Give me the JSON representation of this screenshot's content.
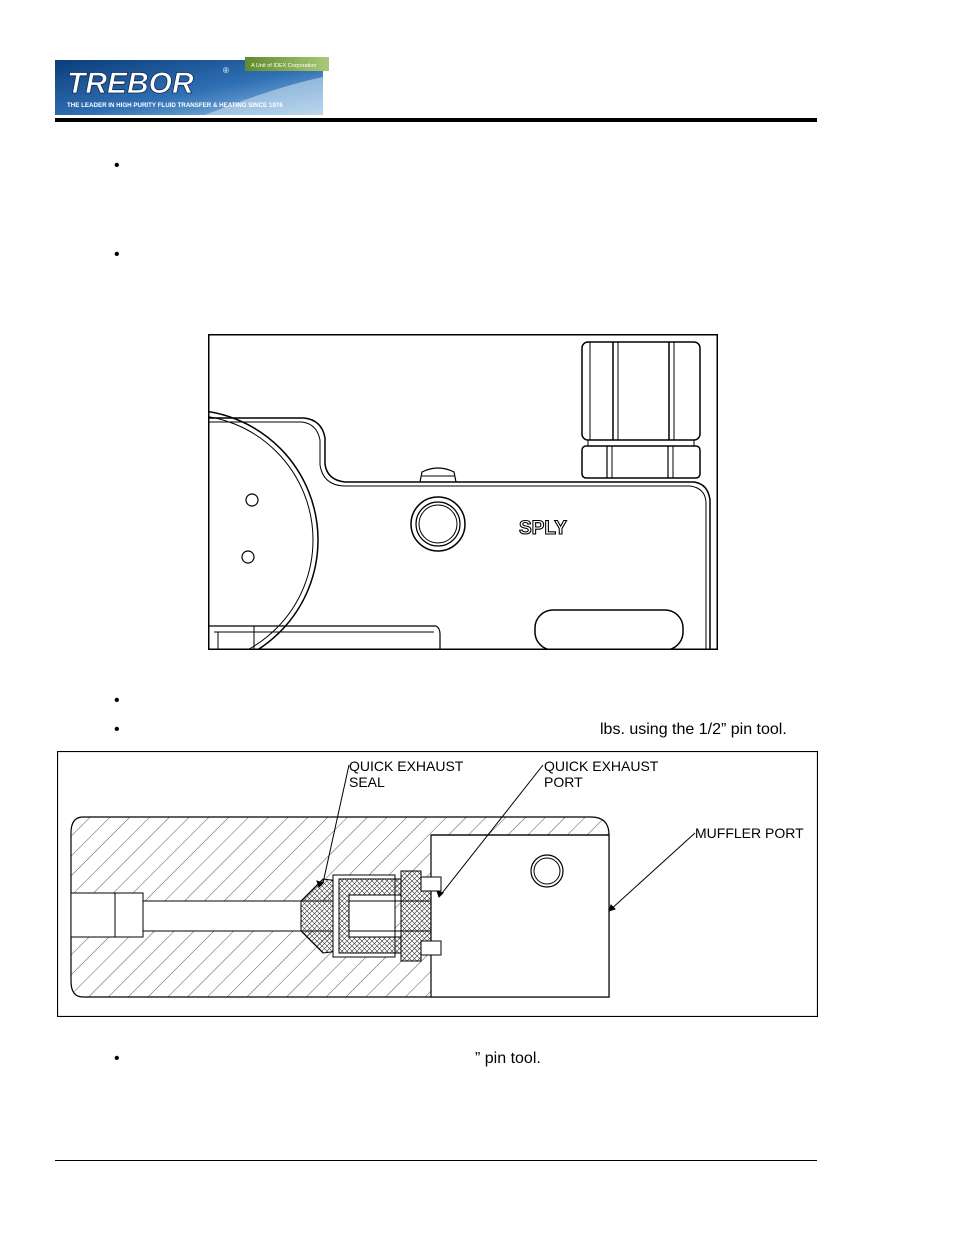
{
  "header": {
    "logo_word": "TREBOR",
    "logo_registered": "®",
    "logo_tagline": "THE LEADER IN HIGH PURITY FLUID TRANSFER & HEATING SINCE 1976",
    "logo_corp": "A Unit of IDEX Corporation"
  },
  "body": {
    "bullet_glyph": "•",
    "bullet4_tail": "lbs. using the 1/2” pin tool.",
    "bullet5_tail": "” pin tool."
  },
  "figure1": {
    "port_label": "SPLY"
  },
  "figure2": {
    "label_seal_line1": "QUICK EXHAUST",
    "label_seal_line2": "SEAL",
    "label_port_line1": "QUICK EXHAUST",
    "label_port_line2": "PORT",
    "label_muffler": "MUFFLER PORT"
  },
  "colors": {
    "logo_blue_dark": "#0b3d7a",
    "logo_blue_light": "#4c93cf",
    "logo_green": "#7aa23c",
    "rule": "#000000"
  }
}
